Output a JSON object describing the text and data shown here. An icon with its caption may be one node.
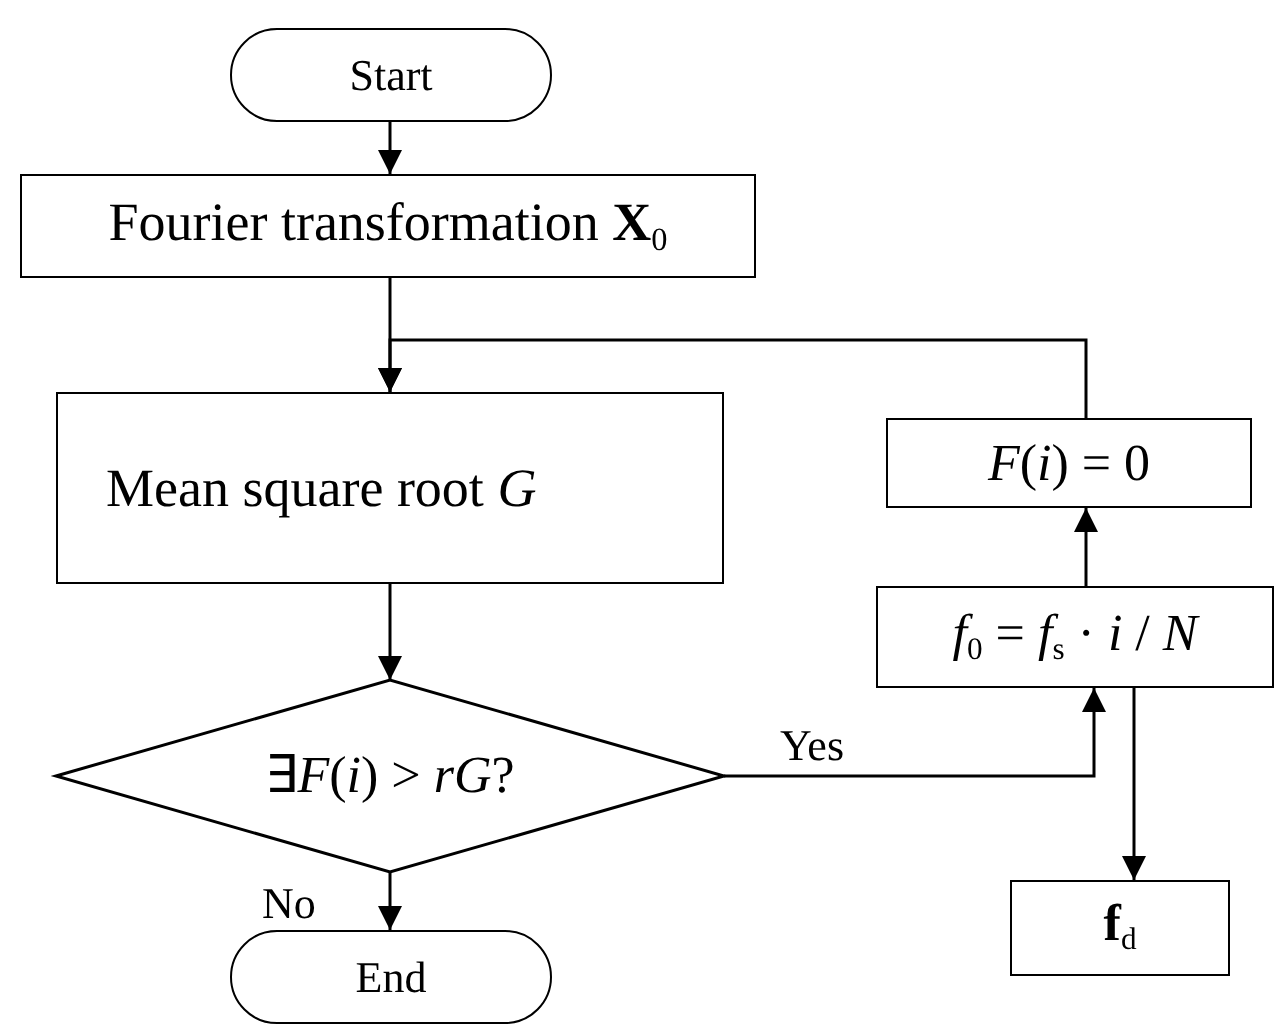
{
  "diagram": {
    "nodes": [
      {
        "text": [
          "Start"
        ]
      },
      {
        "text": [
          "Fourier transformation **X**$_{0}$"
        ]
      },
      {
        "text": [
          "Mean square root *G*"
        ]
      },
      {
        "text": [
          "*F*(*i*) = 0"
        ]
      },
      {
        "text": [
          "*f*$_{0}$ = *f*$_{s}$ · *i* / *N*"
        ]
      },
      {
        "text": [
          "∃*F*(*i*) > *rG*?"
        ]
      },
      {
        "text": [
          "**f**$_{d}$"
        ]
      },
      {
        "text": [
          "End"
        ]
      }
    ],
    "edges": [
      {
        "from": 0,
        "to": 1,
        "arrow": "to"
      },
      {
        "from": 1,
        "to": 2,
        "arrow": "to"
      },
      {
        "from": 2,
        "to": 5,
        "arrow": "to"
      },
      {
        "from": 5,
        "to": 7,
        "label": "No",
        "arrow": "to"
      },
      {
        "from": 5,
        "to": 4,
        "label": "Yes",
        "arrow": "to"
      },
      {
        "from": 4,
        "to": 3,
        "arrow": "to"
      },
      {
        "from": 3,
        "to": 2,
        "arrow": "to"
      },
      {
        "from": 4,
        "to": 6,
        "arrow": "to"
      }
    ]
  }
}
